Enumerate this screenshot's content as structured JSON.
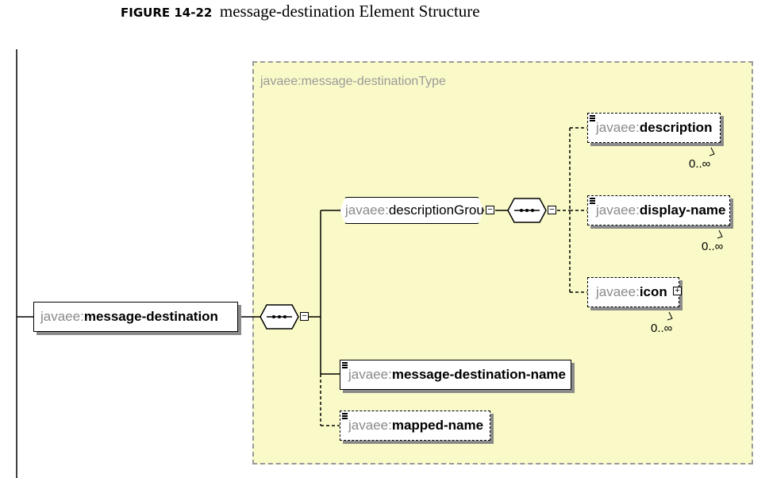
{
  "caption": {
    "figure_number": "FIGURE 14-22",
    "title": "message-destination Element Structure"
  },
  "type_box": {
    "label": "javaee:message-destinationType"
  },
  "namespace": "javaee:",
  "elements": {
    "root": {
      "name": "message-destination",
      "required": true
    },
    "description_group": {
      "name": "descriptionGroup",
      "required": true
    },
    "description": {
      "name": "description",
      "required": false,
      "cardinality": "0..∞"
    },
    "display_name": {
      "name": "display-name",
      "required": false,
      "cardinality": "0..∞"
    },
    "icon": {
      "name": "icon",
      "required": false,
      "cardinality": "0..∞"
    },
    "message_destination_name": {
      "name": "message-destination-name",
      "required": true
    },
    "mapped_name": {
      "name": "mapped-name",
      "required": false
    }
  },
  "icons": {
    "collapse": "collapse-minus-icon",
    "expand": "expand-plus-icon",
    "sequence": "sequence-compositor-icon",
    "simple_content": "simple-content-icon"
  }
}
